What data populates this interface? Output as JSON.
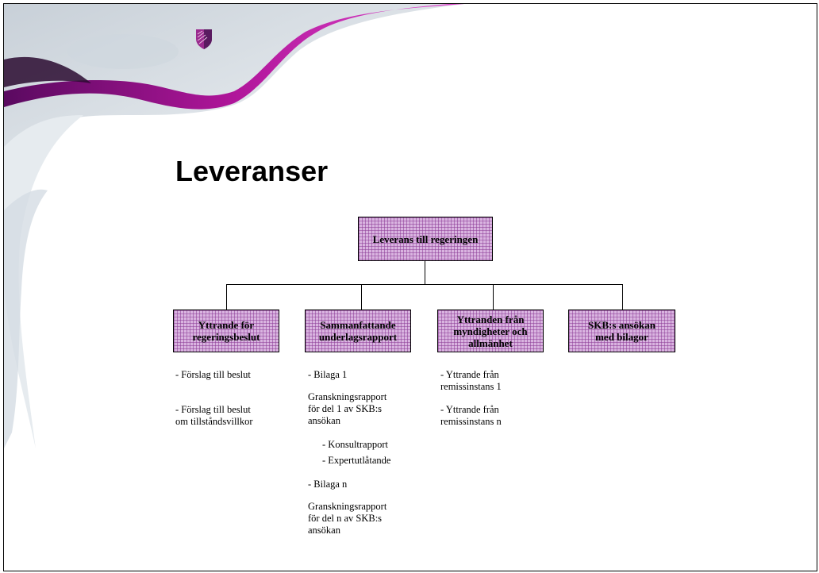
{
  "slide": {
    "title": "Leveranser"
  },
  "diagram": {
    "root": "Leverans till regeringen",
    "children": [
      {
        "label_lines": [
          "Yttrande för",
          "regeringsbeslut"
        ],
        "items": [
          {
            "lines": [
              "Förslag till beslut"
            ]
          },
          {
            "lines": [
              "Förslag till beslut",
              "om tillståndsvillkor"
            ]
          }
        ]
      },
      {
        "label_lines": [
          "Sammanfattande",
          "underlagsrapport"
        ],
        "items": [
          {
            "lines": [
              "Bilaga 1"
            ]
          },
          {
            "lines": [
              "Granskningsrapport",
              "för del 1 av SKB:s",
              "ansökan"
            ]
          },
          {
            "lines": [
              "Konsultrapport"
            ]
          },
          {
            "lines": [
              "Expertutlåtande"
            ]
          },
          {
            "lines": [
              "Bilaga n"
            ]
          },
          {
            "lines": [
              "Granskningsrapport",
              "för del n av SKB:s",
              "ansökan"
            ]
          }
        ]
      },
      {
        "label_lines": [
          "Yttranden från",
          "myndigheter och",
          "allmänhet"
        ],
        "items": [
          {
            "lines": [
              "Yttrande från",
              "remissinstans 1"
            ]
          },
          {
            "lines": [
              "Yttrande från",
              "remissinstans n"
            ]
          }
        ]
      },
      {
        "label_lines": [
          "SKB:s ansökan",
          "med bilagor"
        ],
        "items": []
      }
    ]
  },
  "colors": {
    "box_fill": "#d9b4e0",
    "box_hatch": "#8c3c96",
    "accent_magenta": "#c0189c",
    "swoosh_gray": "#dfe5ea"
  }
}
